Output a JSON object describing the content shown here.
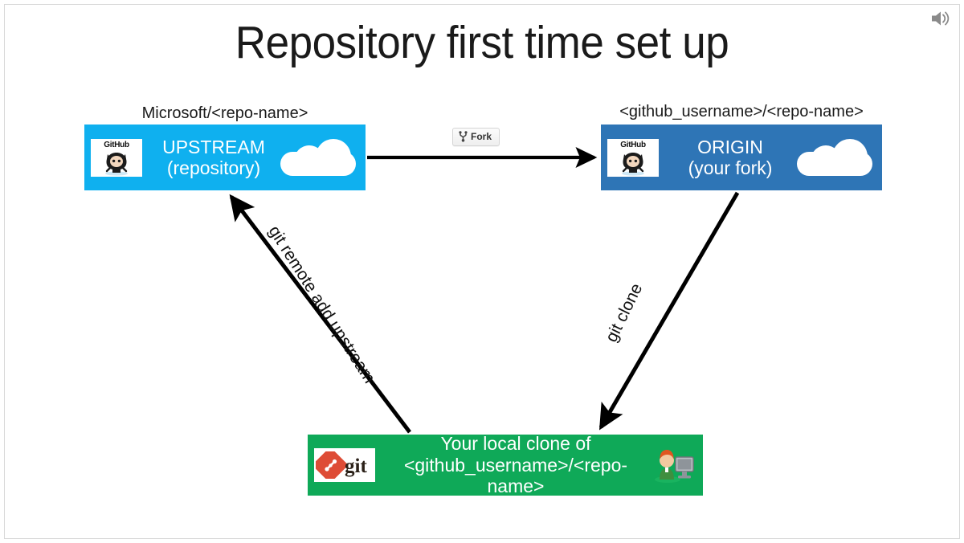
{
  "slide": {
    "title": "Repository first time set up",
    "background": "#ffffff",
    "frame_color": "#d8d8d8"
  },
  "audio": {
    "icon": "speaker-icon",
    "color": "#8c8c8c"
  },
  "nodes": {
    "upstream": {
      "caption": "Microsoft/<repo-name>",
      "label_line1": "UPSTREAM",
      "label_line2": "(repository)",
      "color": "#0FB0EF",
      "logo_word": "GitHub",
      "logo_icon": "github-octocat-icon",
      "cloud_icon": "cloud-icon"
    },
    "origin": {
      "caption": "<github_username>/<repo-name>",
      "label_line1": "ORIGIN",
      "label_line2": "(your fork)",
      "color": "#2E75B6",
      "logo_word": "GitHub",
      "logo_icon": "github-octocat-icon",
      "cloud_icon": "cloud-icon"
    },
    "local": {
      "label_line1": "Your local clone of",
      "label_line2": "<github_username>/<repo-name>",
      "color": "#0FA958",
      "logo_word": "git",
      "logo_icon": "git-logo-icon",
      "person_icon": "person-at-computer-icon"
    }
  },
  "fork_button": {
    "label": "Fork",
    "icon": "fork-icon",
    "text_color": "#333333",
    "border_color": "#d5d5d5"
  },
  "arrows": [
    {
      "name": "upstream-to-origin",
      "label": "",
      "from": "upstream",
      "to": "origin"
    },
    {
      "name": "origin-to-local",
      "label": "git clone",
      "from": "origin",
      "to": "local"
    },
    {
      "name": "local-to-upstream",
      "label": "git remote add upstream",
      "from": "local",
      "to": "upstream"
    }
  ]
}
